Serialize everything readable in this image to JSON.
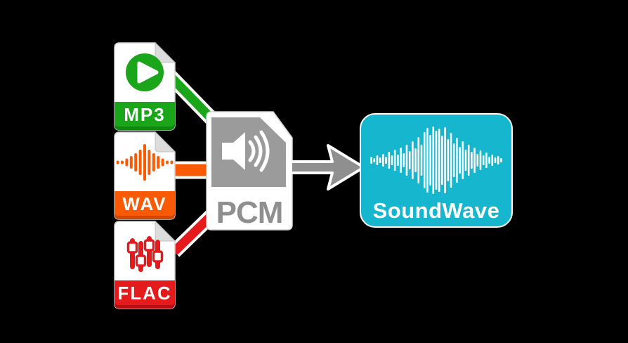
{
  "sources": [
    {
      "id": "mp3",
      "label": "MP3",
      "color": "#1aa51a",
      "color_dark": "#128812",
      "icon": "play-icon"
    },
    {
      "id": "wav",
      "label": "WAV",
      "color": "#fb5a05",
      "color_dark": "#d04703",
      "icon": "audio-waveform-icon"
    },
    {
      "id": "flac",
      "label": "FLAC",
      "color": "#e41a1c",
      "color_dark": "#b80f13",
      "icon": "mixer-sliders-icon"
    }
  ],
  "converter": {
    "label": "PCM",
    "color": "#9b9b9b",
    "text_color": "#8f8f8f",
    "page_color": "#ffffff",
    "icon": "speaker-icon"
  },
  "destination": {
    "label": "SoundWave",
    "color": "#15b6ce",
    "text_color": "#ffffff",
    "icon": "soundwave-icon"
  },
  "arrow": {
    "color": "#8f8f8f",
    "outline": "#ffffff",
    "icon": "arrow-right-icon"
  },
  "connectors": [
    {
      "from": "mp3",
      "to": "pcm",
      "color": "#1aa51a"
    },
    {
      "from": "wav",
      "to": "pcm",
      "color": "#fb5a05"
    },
    {
      "from": "flac",
      "to": "pcm",
      "color": "#e41a1c"
    }
  ],
  "wav_icon_heights": [
    5,
    5,
    11,
    18,
    26,
    36,
    52,
    36,
    26,
    18,
    11,
    5,
    5
  ],
  "soundwave_heights": [
    10,
    6,
    14,
    8,
    18,
    10,
    24,
    14,
    30,
    16,
    36,
    20,
    44,
    26,
    54,
    34,
    66,
    44,
    80,
    92,
    72,
    96,
    84,
    90,
    70,
    94,
    60,
    78,
    48,
    64,
    38,
    54,
    30,
    44,
    24,
    36,
    18,
    28,
    14,
    22,
    10,
    16,
    8,
    12,
    6
  ],
  "soundwave_bar_color": "#ffffff"
}
